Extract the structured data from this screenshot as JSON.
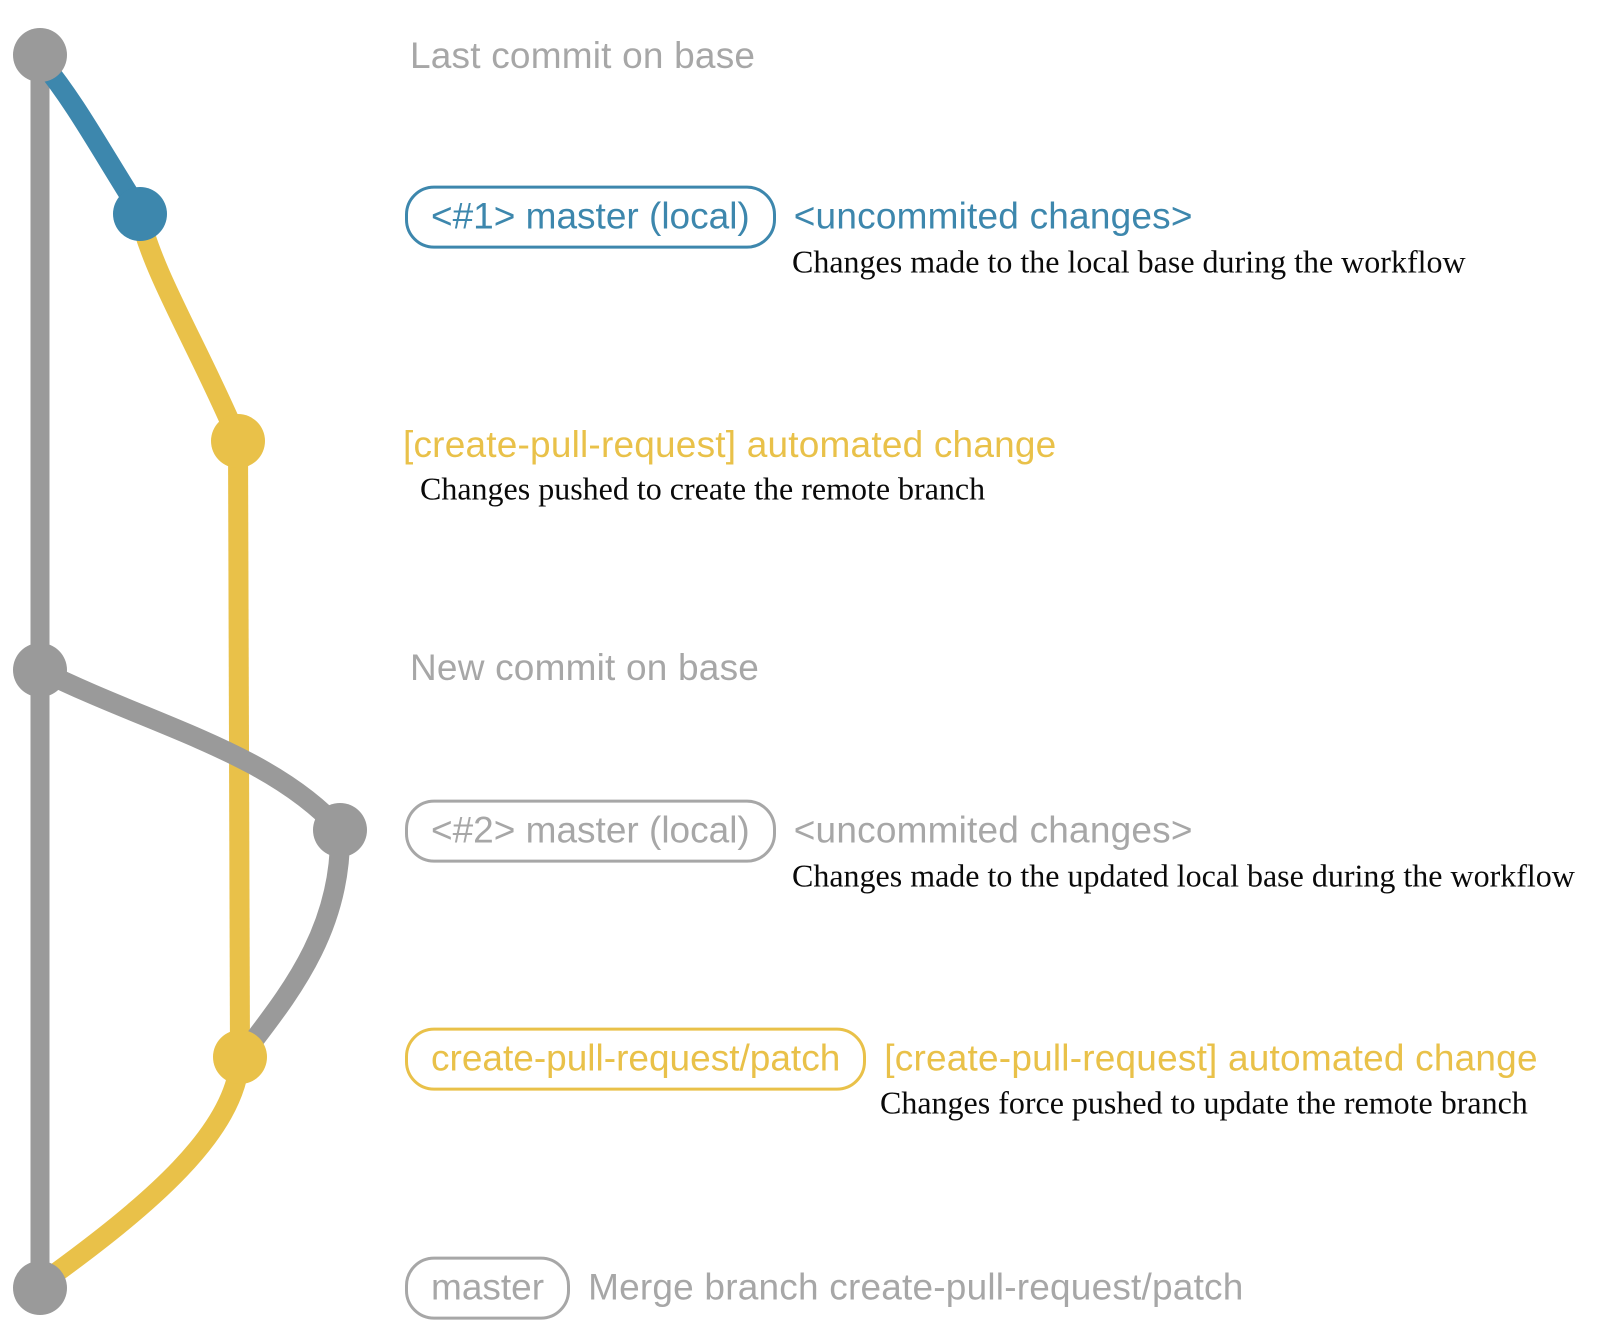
{
  "colors": {
    "base_branch": "#9a9a9a",
    "gray_label": "#a7a7a7",
    "local_branch": "#3d87ad",
    "remote_branch": "#e9c149",
    "description_text": "#0a0a0a"
  },
  "graph": {
    "nodes": [
      {
        "name": "base-last-commit",
        "branch": "base",
        "color": "#9a9a9a"
      },
      {
        "name": "local-commit-1",
        "branch": "master-local-1",
        "color": "#3d87ad"
      },
      {
        "name": "remote-commit-1",
        "branch": "create-pull-request-patch",
        "color": "#e9c149"
      },
      {
        "name": "base-new-commit",
        "branch": "base",
        "color": "#9a9a9a"
      },
      {
        "name": "local-commit-2",
        "branch": "master-local-2",
        "color": "#9a9a9a"
      },
      {
        "name": "remote-commit-2",
        "branch": "create-pull-request-patch",
        "color": "#e9c149"
      },
      {
        "name": "base-merge-commit",
        "branch": "base",
        "color": "#9a9a9a"
      }
    ]
  },
  "annotations": {
    "last_commit_label": "Last commit on base",
    "row1": {
      "badge": "<#1> master (local)",
      "note": "<uncommited changes>",
      "description": "Changes made to the local base during the workflow"
    },
    "push1": {
      "heading": "[create-pull-request] automated change",
      "description": "Changes pushed to create the remote branch"
    },
    "new_commit_label": "New commit on base",
    "row2": {
      "badge": "<#2> master (local)",
      "note": "<uncommited changes>",
      "description": "Changes made to the updated local base during the workflow"
    },
    "push2": {
      "badge": "create-pull-request/patch",
      "note": "[create-pull-request] automated change",
      "description": "Changes force pushed to update the remote branch"
    },
    "merge": {
      "badge": "master",
      "note": "Merge branch create-pull-request/patch"
    }
  }
}
